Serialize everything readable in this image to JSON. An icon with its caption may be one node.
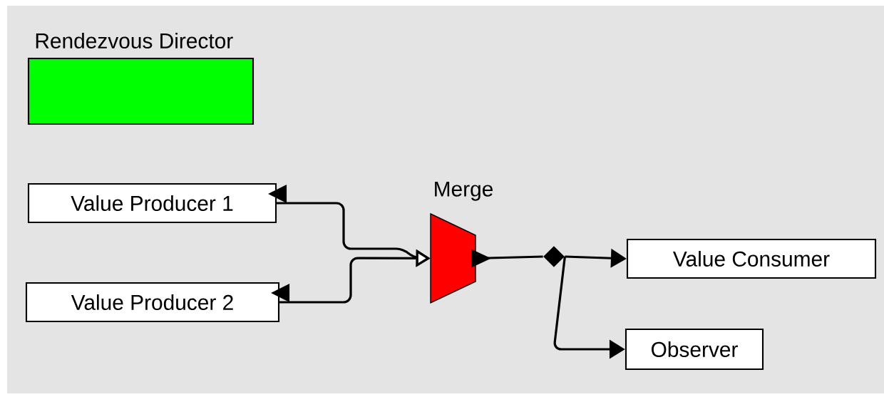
{
  "diagram": {
    "nodes": [
      {
        "text": [
          "Rendezvous Director"
        ]
      },
      {
        "text": [
          "Value Producer 1"
        ]
      },
      {
        "text": [
          "Value Producer 2"
        ]
      },
      {
        "text": [
          "Merge"
        ]
      },
      {
        "text": [],
        "shape": "diamond"
      },
      {
        "text": [
          "Value Consumer"
        ]
      },
      {
        "text": [
          "Observer"
        ]
      }
    ],
    "edges": [
      {
        "from": 1,
        "to": 3,
        "arrow": "to"
      },
      {
        "from": 2,
        "to": 3,
        "arrow": "to"
      },
      {
        "from": 3,
        "to": 4,
        "arrow": "none"
      },
      {
        "from": 4,
        "to": 5,
        "arrow": "to"
      },
      {
        "from": 4,
        "to": 6,
        "arrow": "to"
      }
    ]
  }
}
